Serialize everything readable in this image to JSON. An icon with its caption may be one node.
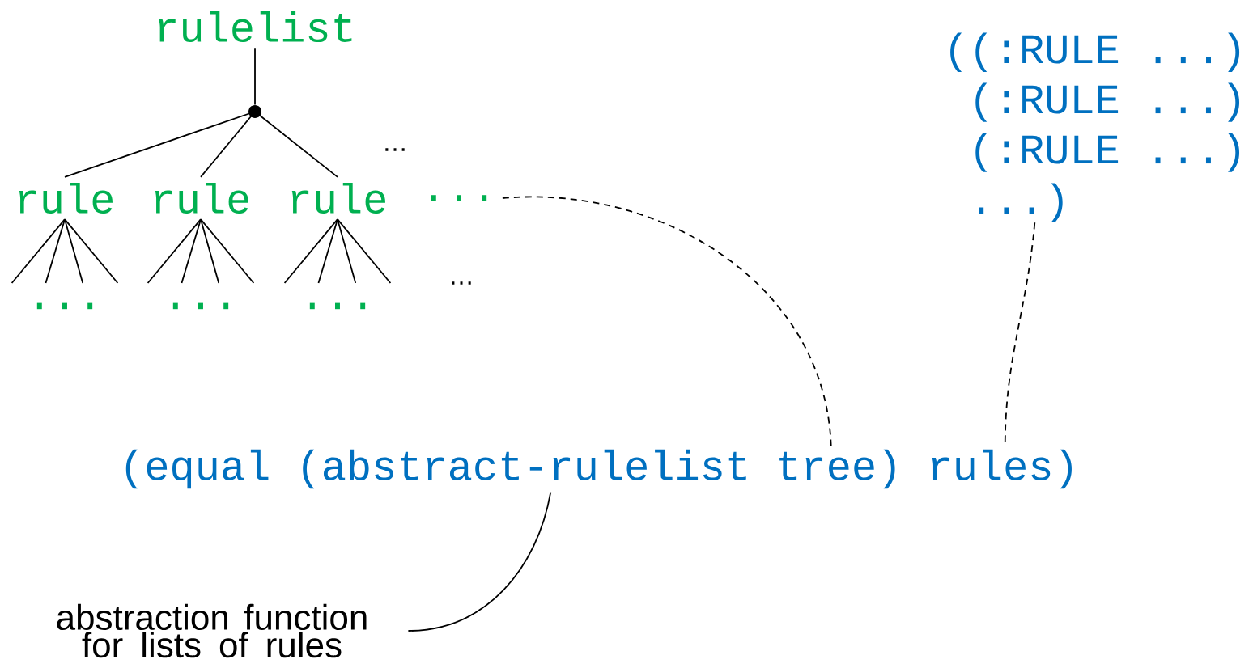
{
  "diagram": {
    "nodes": [
      {
        "text": [
          "rulelist"
        ]
      },
      {
        "text": [],
        "shape": "circle"
      },
      {
        "text": [
          "rule"
        ]
      },
      {
        "text": [
          "rule"
        ]
      },
      {
        "text": [
          "rule"
        ]
      },
      {
        "text": [
          "..."
        ]
      },
      {
        "text": [
          "..."
        ]
      },
      {
        "text": [
          "..."
        ]
      },
      {
        "text": [
          "..."
        ]
      },
      {
        "text": [
          "((:RULE ...) (:RULE ...) (:RULE ...) ...)"
        ]
      },
      {
        "text": [
          "(equal (abstract-rulelist tree) rules)"
        ]
      },
      {
        "text": [
          "abstraction function for lists of rules"
        ]
      }
    ],
    "edges": [
      {
        "from": 0,
        "to": 1,
        "arrow": "none"
      },
      {
        "from": 1,
        "to": 2,
        "arrow": "none"
      },
      {
        "from": 1,
        "to": 3,
        "arrow": "none"
      },
      {
        "from": 1,
        "to": 4,
        "arrow": "none"
      },
      {
        "from": 2,
        "to": 6,
        "arrow": "none"
      },
      {
        "from": 2,
        "to": 6,
        "arrow": "none"
      },
      {
        "from": 2,
        "to": 6,
        "arrow": "none"
      },
      {
        "from": 2,
        "to": 6,
        "arrow": "none"
      },
      {
        "from": 3,
        "to": 7,
        "arrow": "none"
      },
      {
        "from": 3,
        "to": 7,
        "arrow": "none"
      },
      {
        "from": 3,
        "to": 7,
        "arrow": "none"
      },
      {
        "from": 3,
        "to": 7,
        "arrow": "none"
      },
      {
        "from": 4,
        "to": 8,
        "arrow": "none"
      },
      {
        "from": 4,
        "to": 8,
        "arrow": "none"
      },
      {
        "from": 4,
        "to": 8,
        "arrow": "none"
      },
      {
        "from": 4,
        "to": 8,
        "arrow": "none"
      },
      {
        "from": 5,
        "to": 10,
        "arrow": "none",
        "style": "dashed"
      },
      {
        "from": 9,
        "to": 10,
        "arrow": "none",
        "style": "dashed"
      },
      {
        "from": 11,
        "to": 10,
        "arrow": "none"
      }
    ],
    "labels": [
      "…",
      "…"
    ]
  }
}
